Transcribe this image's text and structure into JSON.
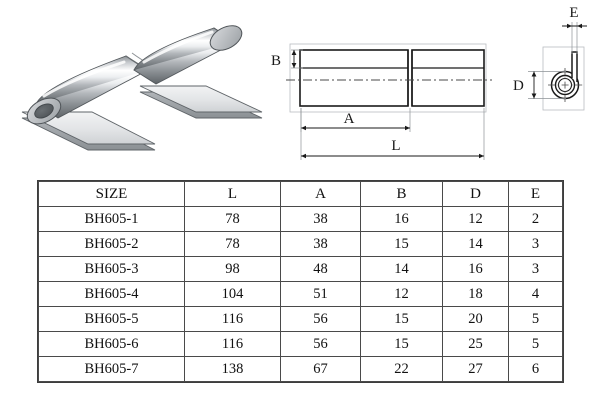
{
  "product": {
    "type": "weld-on barrel hinge",
    "series": "BH605"
  },
  "drawings": {
    "isometric": {
      "name": "isometric-hinge-view",
      "description": "3D shaded view of weld-on barrel hinge with two knuckles and flat weld leaves"
    },
    "front_view": {
      "name": "front-elevation-view",
      "dimension_labels": {
        "B": "B",
        "A": "A",
        "L": "L"
      }
    },
    "section_view": {
      "name": "cross-section-view",
      "dimension_labels": {
        "D": "D",
        "E": "E"
      }
    }
  },
  "table": {
    "columns": [
      "SIZE",
      "L",
      "A",
      "B",
      "D",
      "E"
    ],
    "rows": [
      {
        "size": "BH605-1",
        "L": "78",
        "A": "38",
        "B": "16",
        "D": "12",
        "E": "2"
      },
      {
        "size": "BH605-2",
        "L": "78",
        "A": "38",
        "B": "15",
        "D": "14",
        "E": "3"
      },
      {
        "size": "BH605-3",
        "L": "98",
        "A": "48",
        "B": "14",
        "D": "16",
        "E": "3"
      },
      {
        "size": "BH605-4",
        "L": "104",
        "A": "51",
        "B": "12",
        "D": "18",
        "E": "4"
      },
      {
        "size": "BH605-5",
        "L": "116",
        "A": "56",
        "B": "15",
        "D": "20",
        "E": "5"
      },
      {
        "size": "BH605-6",
        "L": "116",
        "A": "56",
        "B": "15",
        "D": "25",
        "E": "5"
      },
      {
        "size": "BH605-7",
        "L": "138",
        "A": "67",
        "B": "22",
        "D": "27",
        "E": "6"
      }
    ]
  },
  "colors": {
    "border": "#4a4a4a",
    "text": "#111111",
    "drawing_line": "#1a1a1a",
    "thin_line": "#9a9a9a",
    "metal_light": "#fdfdfd",
    "metal_mid": "#b9bcc0",
    "metal_dark": "#6f7478"
  }
}
